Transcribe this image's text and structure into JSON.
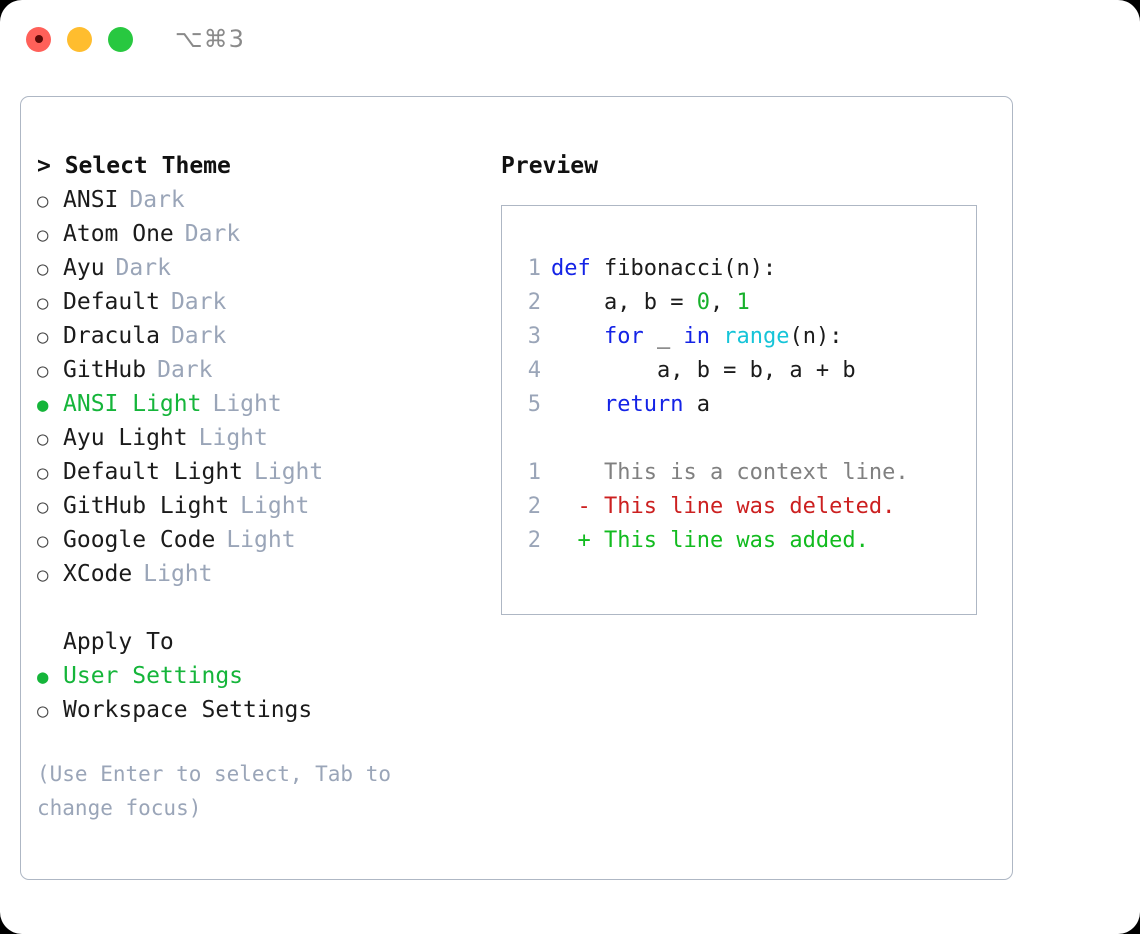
{
  "titlebar": {
    "buttons": [
      {
        "name": "close",
        "color": "#ff6059"
      },
      {
        "name": "minimize",
        "color": "#ffbd2e"
      },
      {
        "name": "maximize",
        "color": "#28c840"
      }
    ],
    "shortcut": "⌥⌘3"
  },
  "colors": {
    "accent_green": "#15b53a",
    "muted": "#9aa5b8",
    "border": "#aeb7c4",
    "keyword_blue": "#1423e6",
    "function_cyan": "#16c4d8",
    "number_green": "#17b02b",
    "diff_delete_red": "#cc2020",
    "diff_add_green": "#12bb1f"
  },
  "theme_section": {
    "header": "> Select Theme",
    "bullet_unselected": "○",
    "bullet_selected": "●",
    "items": [
      {
        "label": "ANSI",
        "meta": "Dark",
        "selected": false
      },
      {
        "label": "Atom One",
        "meta": "Dark",
        "selected": false
      },
      {
        "label": "Ayu",
        "meta": "Dark",
        "selected": false
      },
      {
        "label": "Default",
        "meta": "Dark",
        "selected": false
      },
      {
        "label": "Dracula",
        "meta": "Dark",
        "selected": false
      },
      {
        "label": "GitHub",
        "meta": "Dark",
        "selected": false
      },
      {
        "label": "ANSI Light",
        "meta": "Light",
        "selected": true
      },
      {
        "label": "Ayu Light",
        "meta": "Light",
        "selected": false
      },
      {
        "label": "Default Light",
        "meta": "Light",
        "selected": false
      },
      {
        "label": "GitHub Light",
        "meta": "Light",
        "selected": false
      },
      {
        "label": "Google Code",
        "meta": "Light",
        "selected": false
      },
      {
        "label": "XCode",
        "meta": "Light",
        "selected": false
      }
    ]
  },
  "apply_section": {
    "header": "Apply To",
    "items": [
      {
        "label": "User Settings",
        "selected": true
      },
      {
        "label": "Workspace Settings",
        "selected": false
      }
    ]
  },
  "hint": "(Use Enter to select, Tab to change focus)",
  "preview": {
    "title": "Preview",
    "code_lines": [
      {
        "ln": "1",
        "tokens": [
          {
            "t": "def",
            "c": "kw"
          },
          {
            "t": " fibonacci(n):",
            "c": "plain"
          }
        ]
      },
      {
        "ln": "2",
        "tokens": [
          {
            "t": "    a, b = ",
            "c": "plain"
          },
          {
            "t": "0",
            "c": "num"
          },
          {
            "t": ", ",
            "c": "plain"
          },
          {
            "t": "1",
            "c": "num"
          }
        ]
      },
      {
        "ln": "3",
        "tokens": [
          {
            "t": "    ",
            "c": "plain"
          },
          {
            "t": "for",
            "c": "kw"
          },
          {
            "t": " _ ",
            "c": "plain"
          },
          {
            "t": "in",
            "c": "kw"
          },
          {
            "t": " ",
            "c": "plain"
          },
          {
            "t": "range",
            "c": "fn"
          },
          {
            "t": "(n):",
            "c": "plain"
          }
        ]
      },
      {
        "ln": "4",
        "tokens": [
          {
            "t": "        a, b = b, a + b",
            "c": "plain"
          }
        ]
      },
      {
        "ln": "5",
        "tokens": [
          {
            "t": "    ",
            "c": "plain"
          },
          {
            "t": "return",
            "c": "kw"
          },
          {
            "t": " a",
            "c": "plain"
          }
        ]
      }
    ],
    "diff_lines": [
      {
        "ln": "1",
        "text": "    This is a context line.",
        "kind": "ctx"
      },
      {
        "ln": "2",
        "text": "  - This line was deleted.",
        "kind": "del"
      },
      {
        "ln": "2",
        "text": "  + This line was added.",
        "kind": "add"
      }
    ]
  }
}
